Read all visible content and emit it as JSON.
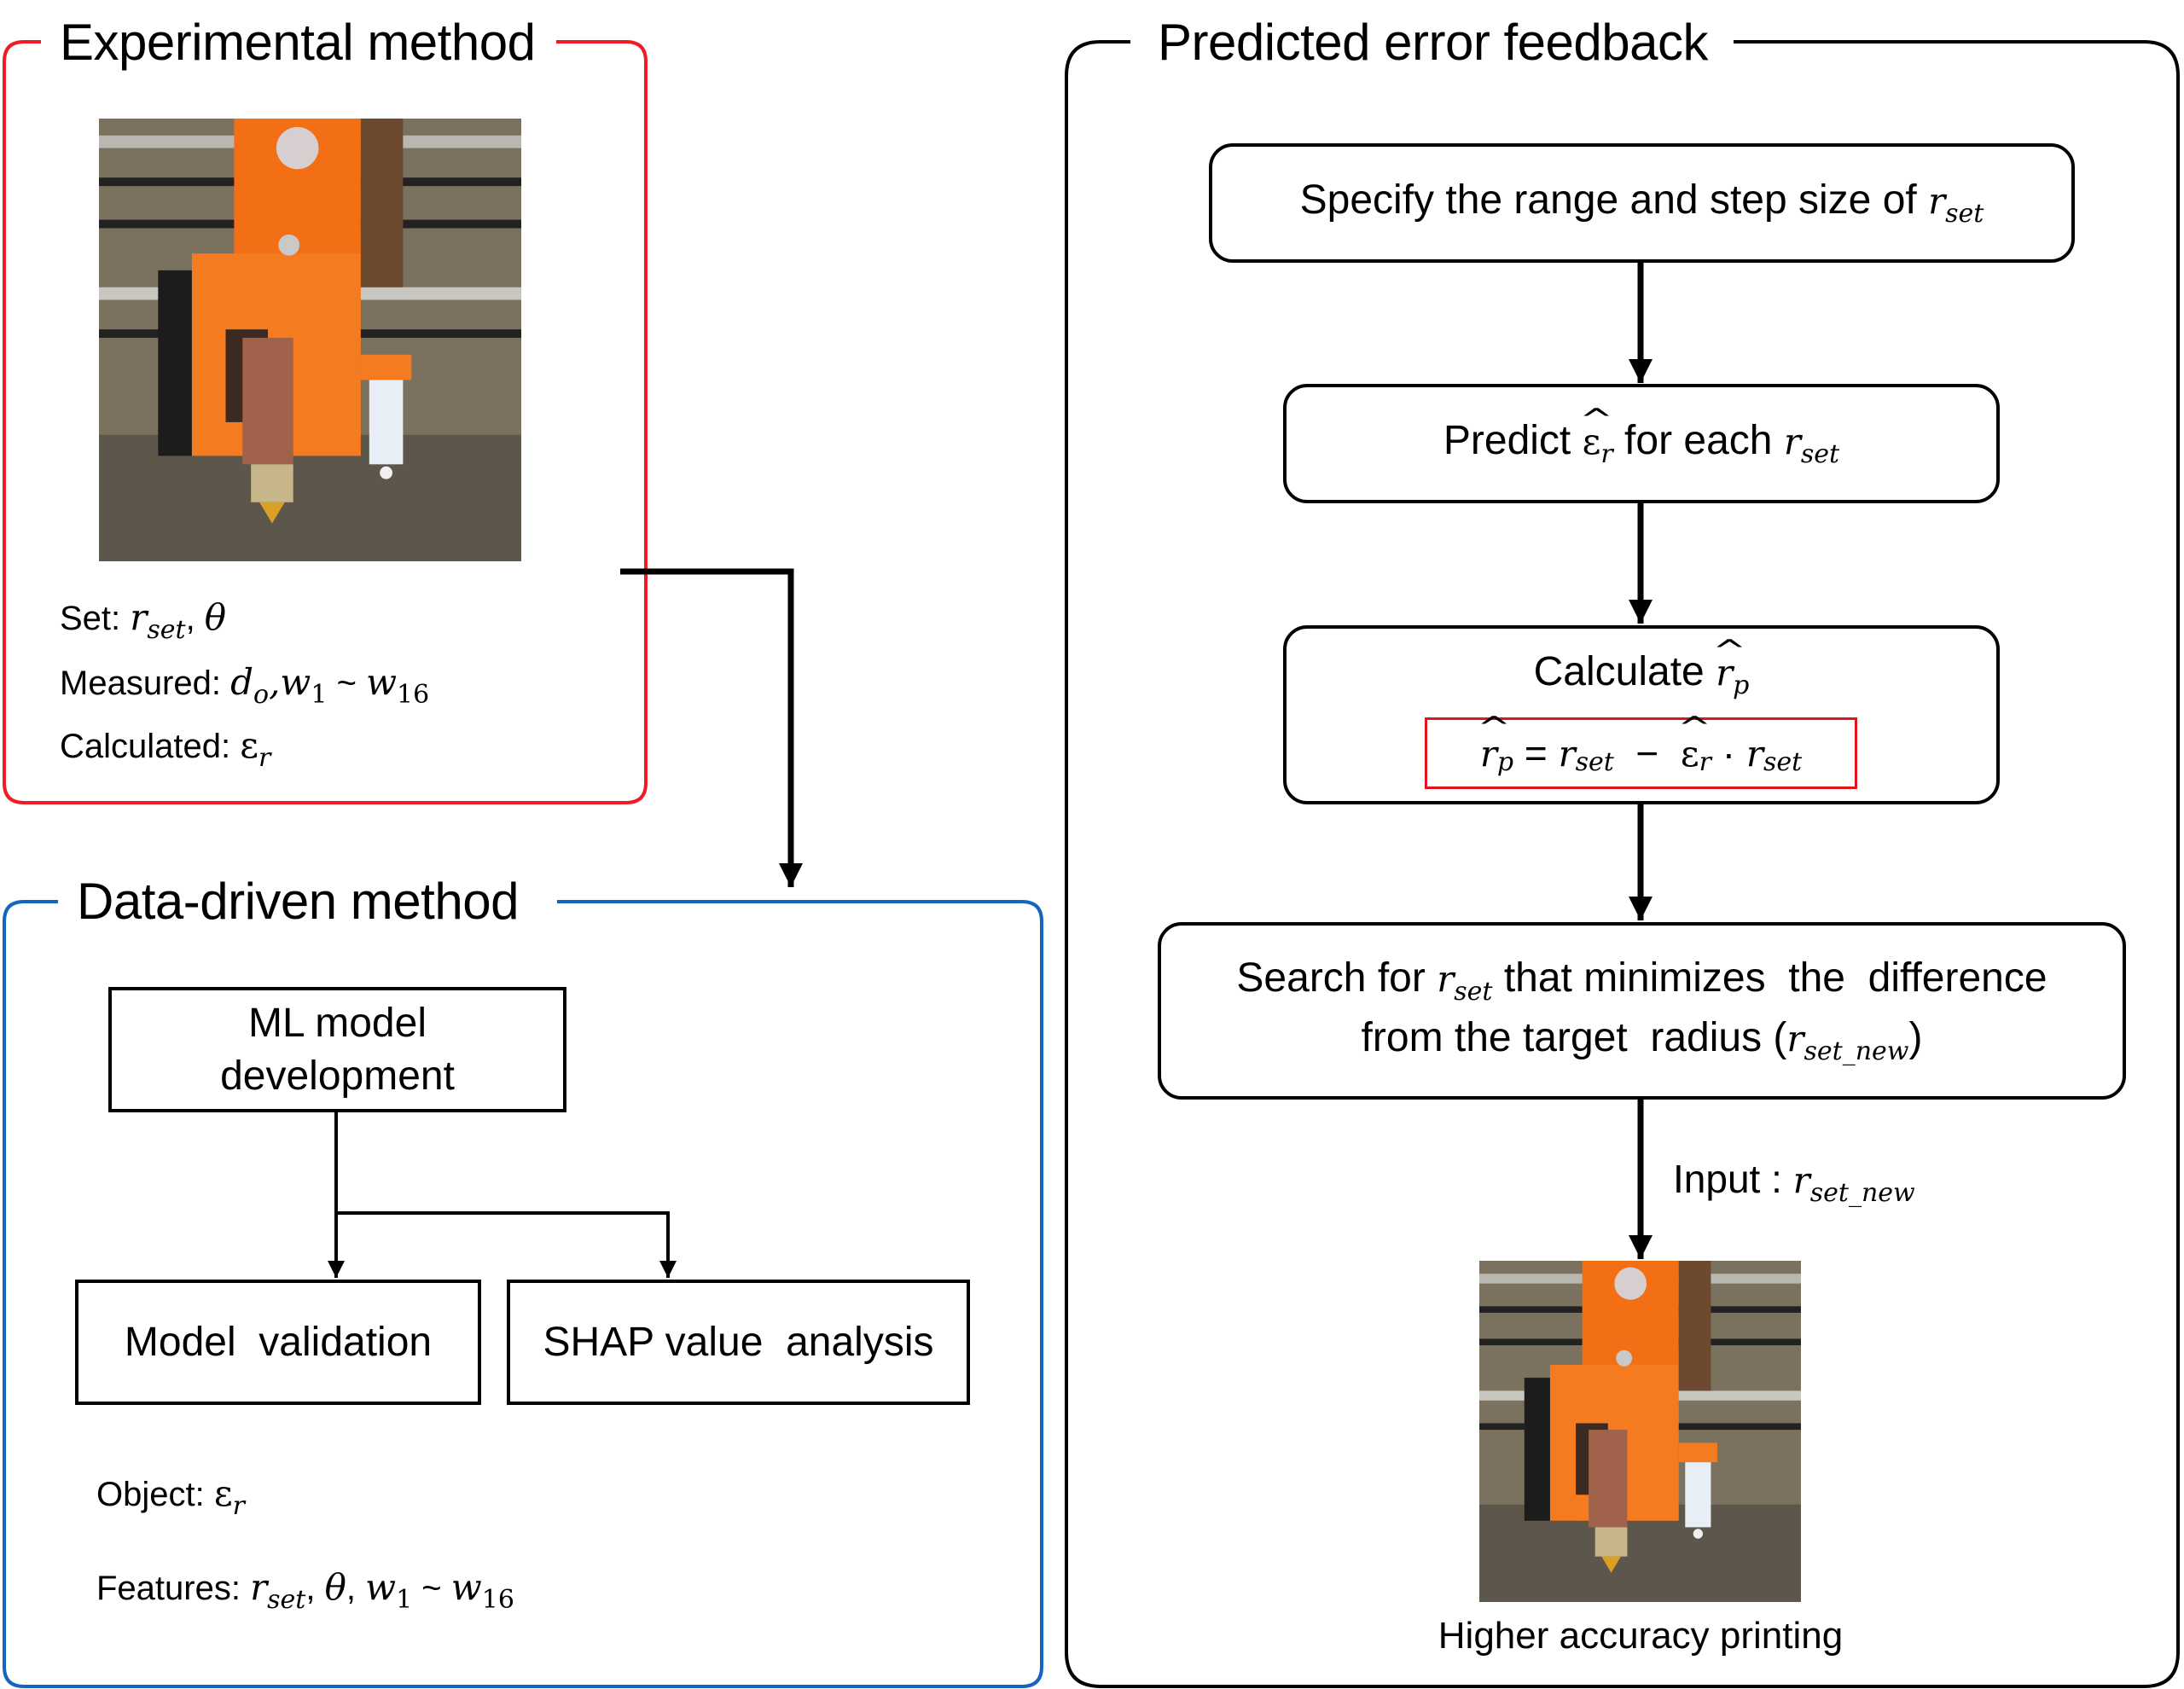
{
  "experimental": {
    "title": "Experimental method",
    "border_color": "#ee1c24",
    "set_label": "Set: ",
    "set_vars": {
      "r": "r",
      "r_sub": "set",
      "sep": ", ",
      "theta": "θ"
    },
    "measured_label": "Measured: ",
    "measured_vars": {
      "d": "d",
      "d_sub": "o",
      "sep": ",",
      "w": "w",
      "w1_sub": "1",
      "tilde": " ~ ",
      "w16_sub": "16"
    },
    "calculated_label": "Calculated: ",
    "calculated_var": {
      "eps": "ε",
      "sub": "r"
    },
    "photo_label": "3D printer extruder head photo"
  },
  "data_driven": {
    "title": "Data-driven method",
    "border_color": "#1565c0",
    "ml_box": {
      "line1": "ML model",
      "line2": "development"
    },
    "validation_box": "Model  validation",
    "shap_box": "SHAP value  analysis",
    "object_label": "Object: ",
    "object_var": {
      "eps": "ε",
      "sub": "r"
    },
    "features_label": "Features: ",
    "features_vars": {
      "r": "r",
      "r_sub": "set",
      "sep1": ", ",
      "theta": "θ",
      "sep2": ", ",
      "w": "w",
      "w1_sub": "1",
      "tilde": " ~ ",
      "w16_sub": "16"
    }
  },
  "feedback": {
    "title": "Predicted error feedback",
    "border_color": "#000000",
    "step1": {
      "text": "Specify the range and step size of ",
      "var": "r",
      "sub": "set"
    },
    "step2": {
      "pre": "Predict ",
      "eps": "ε",
      "eps_sub": "r",
      "mid": " for each ",
      "var": "r",
      "sub": "set"
    },
    "step3": {
      "pre": "Calculate ",
      "var": "r",
      "sub": "p",
      "formula": {
        "lhs": "r",
        "lhs_sub": "p",
        "eq": " = ",
        "r1": "r",
        "r1_sub": "set",
        "minus": "  −  ",
        "eps": "ε",
        "eps_sub": "r",
        "dot": " · ",
        "r2": "r",
        "r2_sub": "set"
      },
      "formula_border_color": "#e0141c"
    },
    "step4": {
      "line1_pre": "Search for ",
      "line1_var": "r",
      "line1_sub": "set",
      "line1_post": " that minimizes  the  difference",
      "line2_pre": "from the target  radius (",
      "line2_var": "r",
      "line2_sub": "set_new",
      "line2_post": ")"
    },
    "input_label": {
      "pre": "Input : ",
      "var": "r",
      "sub": "set_new"
    },
    "output_caption": "Higher accuracy printing",
    "photo_label": "3D printer extruder head photo"
  }
}
